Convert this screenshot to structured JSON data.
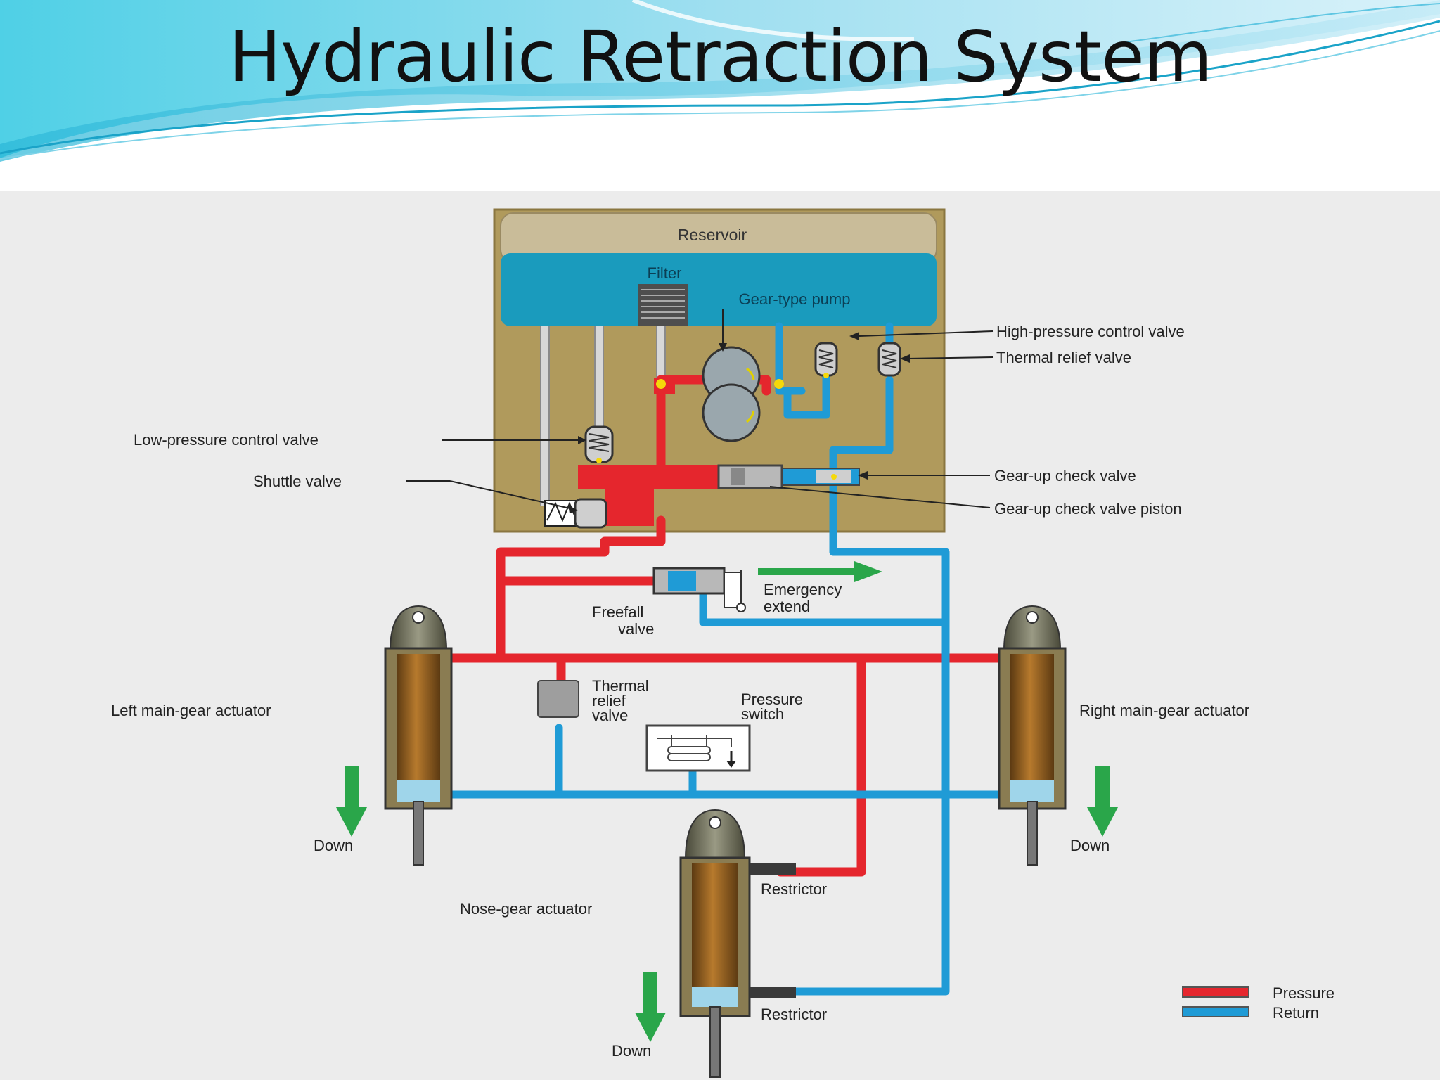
{
  "slide": {
    "title": "Hydraulic Retraction System"
  },
  "colors": {
    "pressure": "#e5262d",
    "return": "#1f9bd6",
    "arrow": "#2aa64a",
    "housing": "#b09a5c",
    "reservoir_fluid": "#1a9bbd",
    "reservoir_top": "#c9bc99",
    "panel": "#ececec",
    "actuator": "#8b5a1f"
  },
  "labels": {
    "reservoir": "Reservoir",
    "filter": "Filter",
    "gear_pump": "Gear-type pump",
    "high_pressure_valve": "High-pressure control valve",
    "thermal_relief_top": "Thermal relief valve",
    "low_pressure_valve": "Low-pressure control valve",
    "shuttle_valve": "Shuttle valve",
    "gear_up_check": "Gear-up check valve",
    "gear_up_piston": "Gear-up check valve piston",
    "emergency_l1": "Emergency",
    "emergency_l2": "extend",
    "freefall_l1": "Freefall",
    "freefall_l2": "valve",
    "thermal_l1": "Thermal",
    "thermal_l2": "relief",
    "thermal_l3": "valve",
    "pressure_sw_l1": "Pressure",
    "pressure_sw_l2": "switch",
    "left_actuator": "Left main-gear actuator",
    "right_actuator": "Right main-gear actuator",
    "nose_actuator": "Nose-gear actuator",
    "down_left": "Down",
    "down_right": "Down",
    "down_nose": "Down",
    "restrictor_top": "Restrictor",
    "restrictor_bottom": "Restrictor",
    "legend_pressure": "Pressure",
    "legend_return": "Return"
  }
}
